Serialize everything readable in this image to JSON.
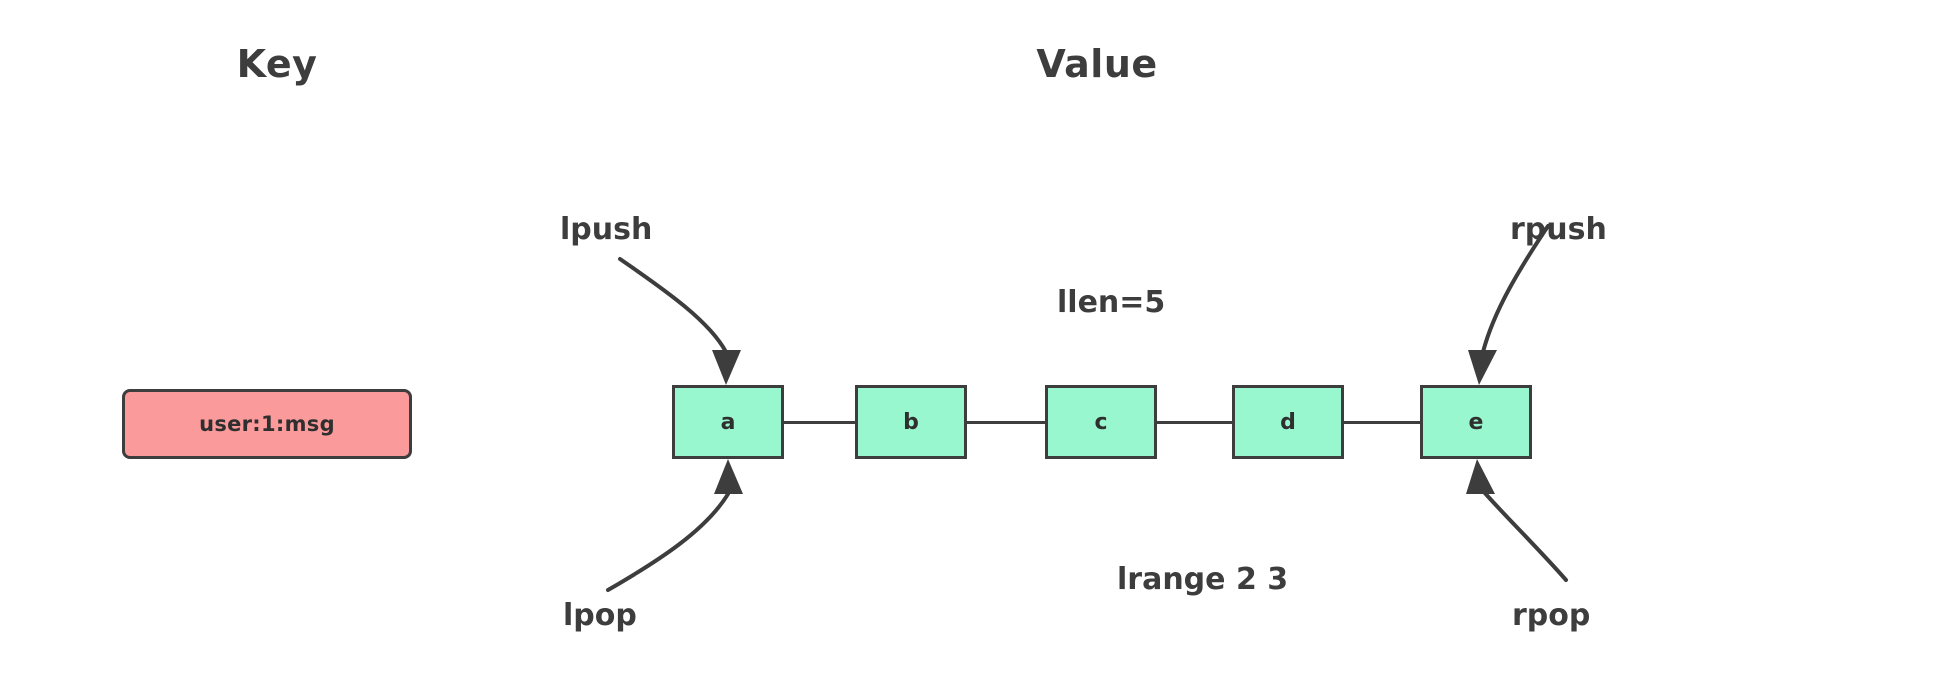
{
  "headings": {
    "key": "Key",
    "value": "Value"
  },
  "key_entry": {
    "label": "user:1:msg",
    "fill": "#fb9a9a",
    "stroke": "#3d3d3d"
  },
  "list": {
    "fill": "#99f7cf",
    "stroke": "#3d3d3d",
    "nodes": [
      {
        "label": "a"
      },
      {
        "label": "b"
      },
      {
        "label": "c"
      },
      {
        "label": "d"
      },
      {
        "label": "e"
      }
    ]
  },
  "operations": {
    "lpush": "lpush",
    "rpush": "rpush",
    "llen": "llen=5",
    "lrange": "lrange 2 3",
    "lpop": "lpop",
    "rpop": "rpop"
  },
  "colors": {
    "background": "#ffffff",
    "text": "#3d3d3d",
    "node_fill": "#99f7cf",
    "key_fill": "#fb9a9a",
    "stroke": "#3d3d3d"
  }
}
